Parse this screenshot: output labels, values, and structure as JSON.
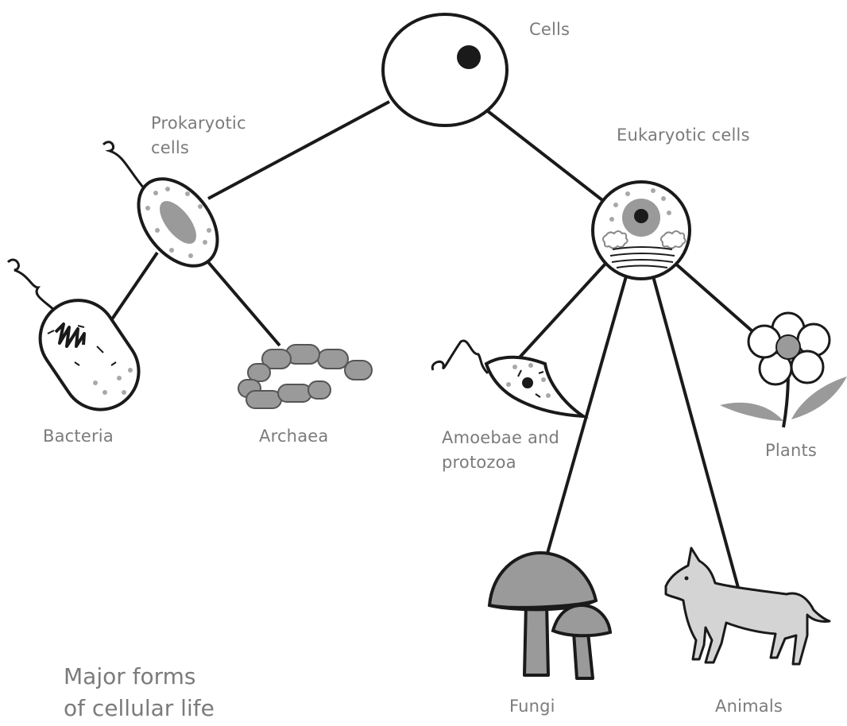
{
  "nodes": {
    "cells": "Cells",
    "prokaryotic_line1": "Prokaryotic",
    "prokaryotic_line2": "cells",
    "eukaryotic": "Eukaryotic cells",
    "bacteria": "Bacteria",
    "archaea": "Archaea",
    "amoebae_line1": "Amoebae and",
    "amoebae_line2": "protozoa",
    "plants": "Plants",
    "fungi": "Fungi",
    "animals": "Animals"
  },
  "caption": {
    "line1": "Major forms",
    "line2": "of cellular life"
  },
  "colors": {
    "stroke": "#1a1a1a",
    "label": "#7b7b7b",
    "fill_gray": "#9a9a9a",
    "fill_light": "#d4d4d4",
    "dot_gray": "#a8a8a8"
  }
}
